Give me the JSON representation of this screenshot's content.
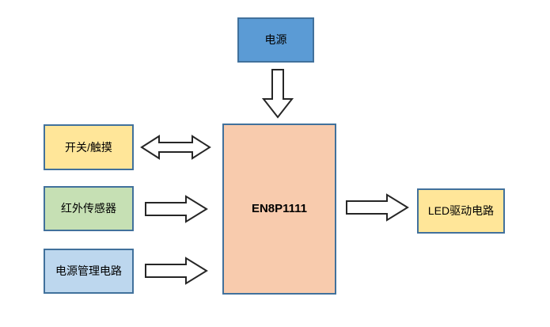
{
  "diagram": {
    "description": "EN8P1111 MCU application block diagram",
    "background_color": "#ffffff",
    "arrow_outline_color": "#262626",
    "arrow_fill_color": "#ffffff",
    "nodes": {
      "power": {
        "label": "电源",
        "fill": "#5B9BD5",
        "border": "#41719C"
      },
      "mcu": {
        "label": "EN8P1111",
        "fill": "#F8CBAD",
        "border": "#41719C"
      },
      "switch_touch": {
        "label": "开关/触摸",
        "fill": "#FFE699",
        "border": "#41719C"
      },
      "ir_sensor": {
        "label": "红外传感器",
        "fill": "#C6E0B4",
        "border": "#41719C"
      },
      "power_mgmt": {
        "label": "电源管理电路",
        "fill": "#BDD7EE",
        "border": "#41719C"
      },
      "led_driver": {
        "label": "LED驱动电路",
        "fill": "#FFE699",
        "border": "#41719C"
      }
    },
    "arrows": [
      {
        "from": "power",
        "to": "mcu",
        "direction": "down",
        "style": "hollow"
      },
      {
        "from": "switch_touch",
        "to": "mcu",
        "direction": "both",
        "style": "hollow"
      },
      {
        "from": "ir_sensor",
        "to": "mcu",
        "direction": "right",
        "style": "hollow"
      },
      {
        "from": "power_mgmt",
        "to": "mcu",
        "direction": "right",
        "style": "hollow"
      },
      {
        "from": "mcu",
        "to": "led_driver",
        "direction": "right",
        "style": "hollow"
      }
    ]
  }
}
